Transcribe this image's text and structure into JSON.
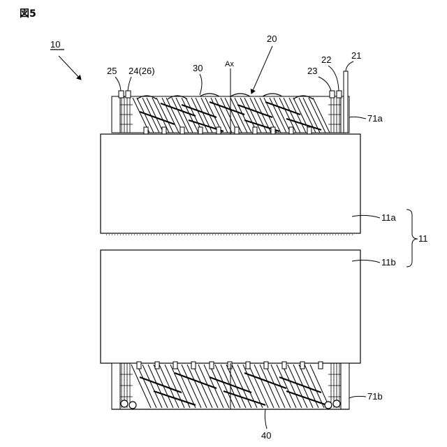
{
  "figure": {
    "title": "図5",
    "labels": {
      "device": "10",
      "stator_winding": "20",
      "lead_21": "21",
      "lead_22": "22",
      "lead_23": "23",
      "lead_24_26": "24(26)",
      "lead_25": "25",
      "coil_end": "30",
      "axis": "Ax",
      "insulator_top": "71a",
      "insulator_bottom": "71b",
      "core_upper": "11a",
      "core_lower": "11b",
      "core": "11",
      "coil_end_bottom": "40"
    }
  }
}
